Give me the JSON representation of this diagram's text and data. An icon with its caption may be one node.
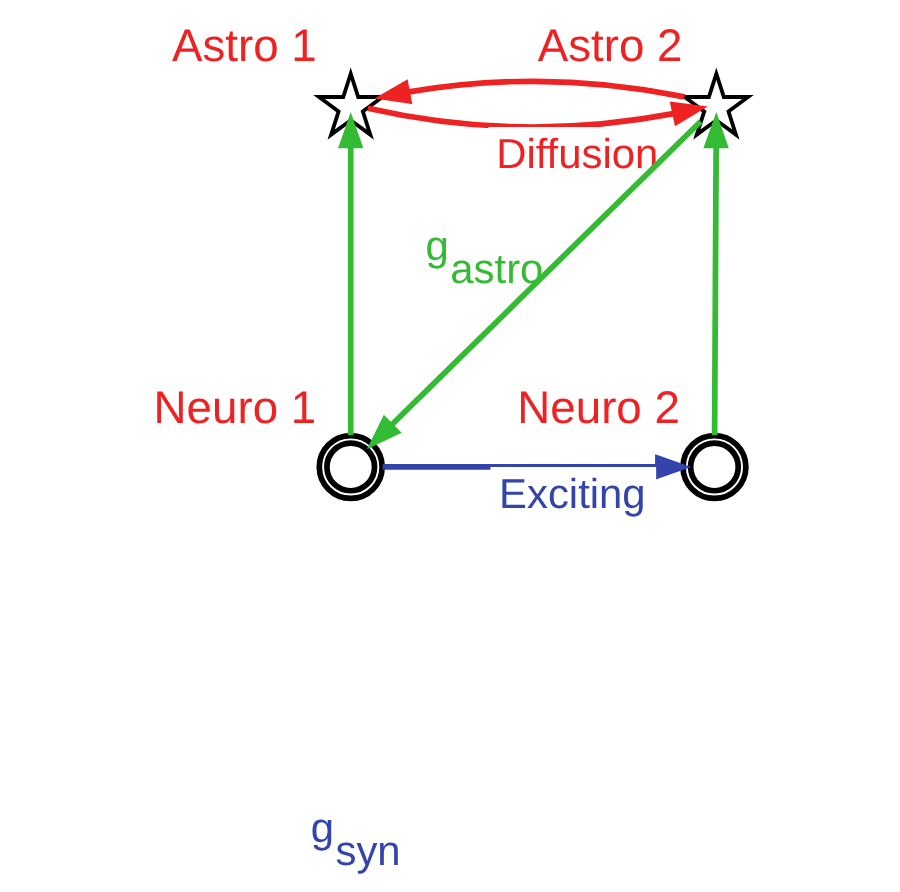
{
  "diagram": {
    "nodes": [
      {
        "text": [
          "Astro 1"
        ]
      },
      {
        "text": [
          "Astro 2"
        ]
      },
      {
        "text": [
          "Neuro 1"
        ]
      },
      {
        "text": [
          "Neuro 2"
        ]
      }
    ],
    "edges": [
      {
        "from": 0,
        "to": 1,
        "arrow": "to",
        "label": "Diffusion",
        "color": "#ee2222"
      },
      {
        "from": 1,
        "to": 0,
        "arrow": "to",
        "color": "#ee2222"
      },
      {
        "from": 2,
        "to": 0,
        "arrow": "to"
      },
      {
        "from": 3,
        "to": 1,
        "arrow": "to"
      },
      {
        "from": 1,
        "to": 2,
        "arrow": "to",
        "label": "g$_{astro}$"
      },
      {
        "from": 2,
        "to": 3,
        "arrow": "to",
        "label": "Exciting",
        "color": "#3344aa"
      }
    ],
    "labels": [
      "g$_{syn}$"
    ]
  }
}
